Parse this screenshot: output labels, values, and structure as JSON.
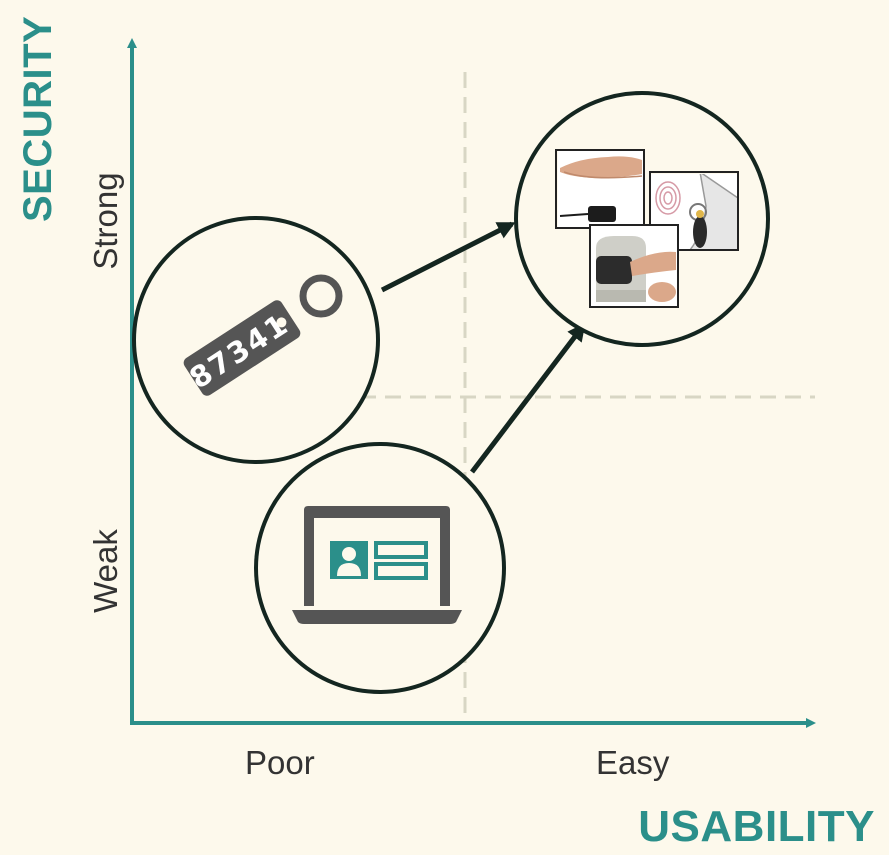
{
  "axes": {
    "y_title": "SECURITY",
    "x_title": "USABILITY",
    "y_ticks": {
      "high": "Strong",
      "low": "Weak"
    },
    "x_ticks": {
      "low": "Poor",
      "high": "Easy"
    }
  },
  "nodes": {
    "token": {
      "code": "87341",
      "icon": "key-fob-token-icon"
    },
    "password": {
      "icon": "laptop-id-card-icon"
    },
    "biometrics": {
      "icon": "biometric-devices-photos"
    }
  },
  "colors": {
    "background": "#fdf9ec",
    "accent": "#2b8f8a",
    "axis": "#2b8f8a",
    "node_stroke": "#142620",
    "dashed_grid": "#d8d6c4",
    "icon_gray": "#555555"
  }
}
